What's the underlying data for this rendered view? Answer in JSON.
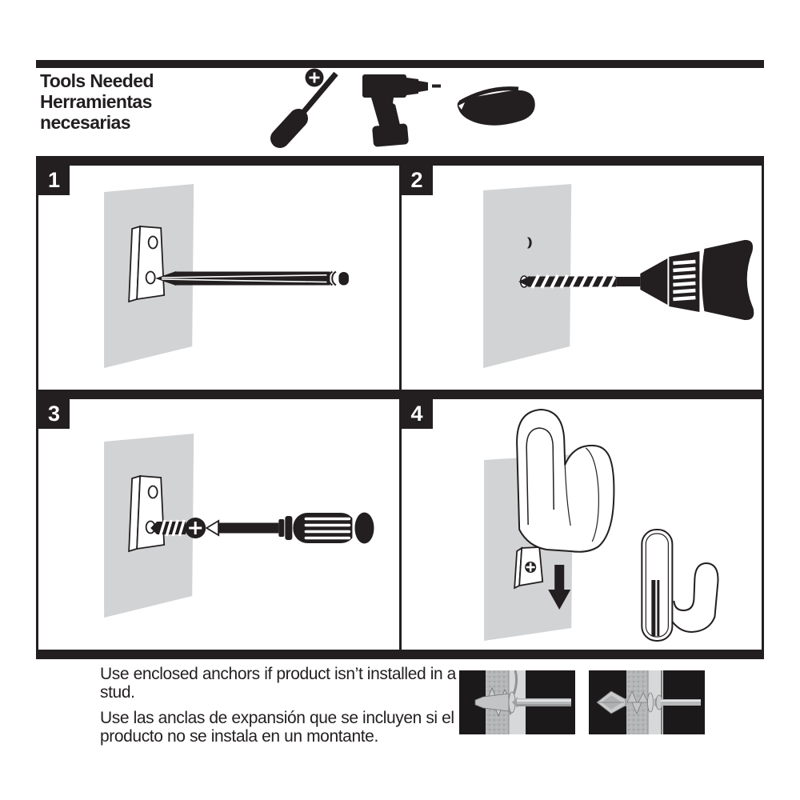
{
  "header": {
    "title_en": "Tools Needed",
    "title_es_line1": "Herramientas",
    "title_es_line2": "necesarias",
    "tools": [
      {
        "icon": "phillips-screwdriver-icon"
      },
      {
        "icon": "power-drill-icon"
      },
      {
        "icon": "safety-glasses-icon"
      }
    ]
  },
  "steps": [
    {
      "number": "1",
      "illustration": "mark-wall-through-bracket-with-pencil"
    },
    {
      "number": "2",
      "illustration": "drill-pilot-hole-in-wall"
    },
    {
      "number": "3",
      "illustration": "fasten-bracket-with-phillips-screwdriver"
    },
    {
      "number": "4",
      "illustration": "slide-hook-down-onto-bracket"
    }
  ],
  "footer": {
    "note_en": "Use enclosed anchors if product isn’t installed in a stud.",
    "note_es": "Use las anclas de expansión que se incluyen si el producto no se instala en un montante.",
    "figures": [
      {
        "icon": "drywall-anchor-insertion-figure"
      },
      {
        "icon": "drywall-anchor-expanded-figure"
      }
    ]
  },
  "colors": {
    "ink": "#231f20",
    "wall_gray": "#d2d3d5",
    "background": "#ffffff"
  }
}
